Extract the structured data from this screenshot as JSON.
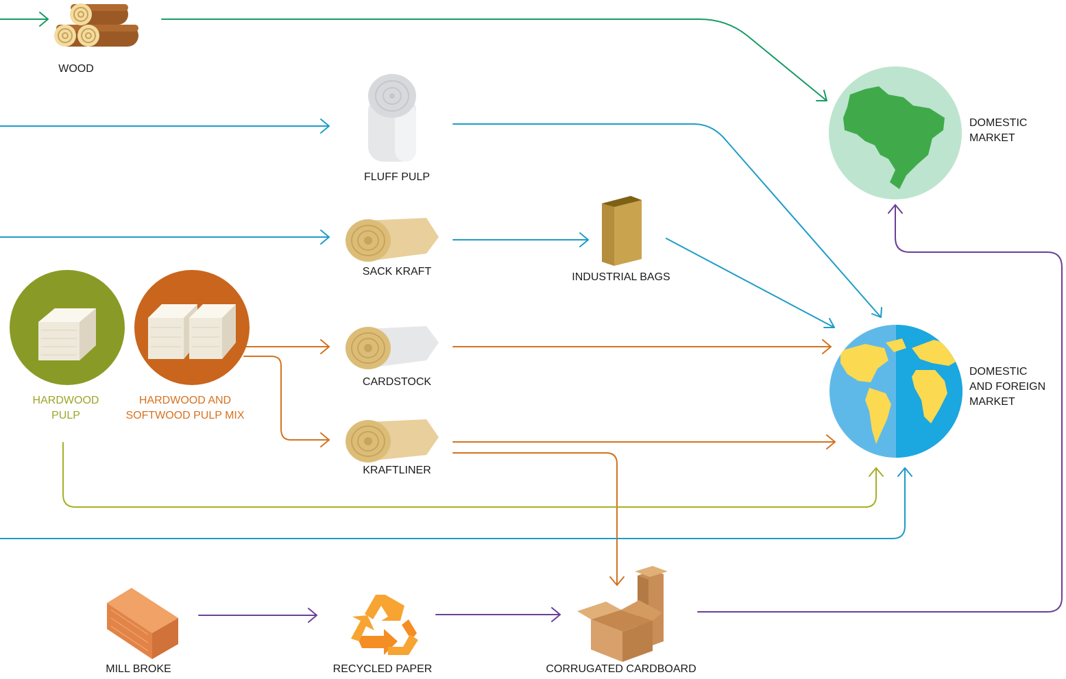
{
  "colors": {
    "wood_flow": "#169b62",
    "pulp_flow": "#1e9bc8",
    "mix_flow": "#d2731e",
    "hardwood_flow": "#a7ae26",
    "recycle_flow": "#6a3f98",
    "hardwood_circle": "#8a9a26",
    "mix_circle": "#c9651c",
    "domestic_circle": "#bde4cf",
    "brazil": "#40aa4b",
    "ocean_light": "#5fb9e8",
    "ocean_dark": "#1ba7df",
    "land": "#fbd950"
  },
  "nodes": {
    "wood": {
      "label": "WOOD",
      "icon": "logs-icon"
    },
    "fluff_pulp": {
      "label": "FLUFF PULP",
      "icon": "pulp-roll-icon"
    },
    "sack_kraft": {
      "label": "SACK KRAFT",
      "icon": "kraft-roll-icon"
    },
    "industrial_bags": {
      "label": "INDUSTRIAL BAGS",
      "icon": "paper-bag-icon"
    },
    "cardstock": {
      "label": "CARDSTOCK",
      "icon": "cardstock-roll-icon"
    },
    "kraftliner": {
      "label": "KRAFTLINER",
      "icon": "kraftliner-roll-icon"
    },
    "hardwood_pulp": {
      "label_1": "HARDWOOD",
      "label_2": "PULP",
      "icon": "pulp-bale-icon"
    },
    "pulp_mix": {
      "label_1": "HARDWOOD AND",
      "label_2": "SOFTWOOD PULP MIX",
      "icon": "pulp-bales-icon"
    },
    "domestic_market": {
      "label_1": "DOMESTIC",
      "label_2": "MARKET",
      "icon": "brazil-map-icon"
    },
    "global_market": {
      "label_1": "DOMESTIC",
      "label_2": "AND FOREIGN",
      "label_3": "MARKET",
      "icon": "globe-icon"
    },
    "mill_broke": {
      "label": "MILL BROKE",
      "icon": "paper-stack-icon"
    },
    "recycled_paper": {
      "label": "RECYCLED PAPER",
      "icon": "recycle-icon"
    },
    "corrugated_cardboard": {
      "label": "CORRUGATED CARDBOARD",
      "icon": "cardboard-boxes-icon"
    }
  }
}
